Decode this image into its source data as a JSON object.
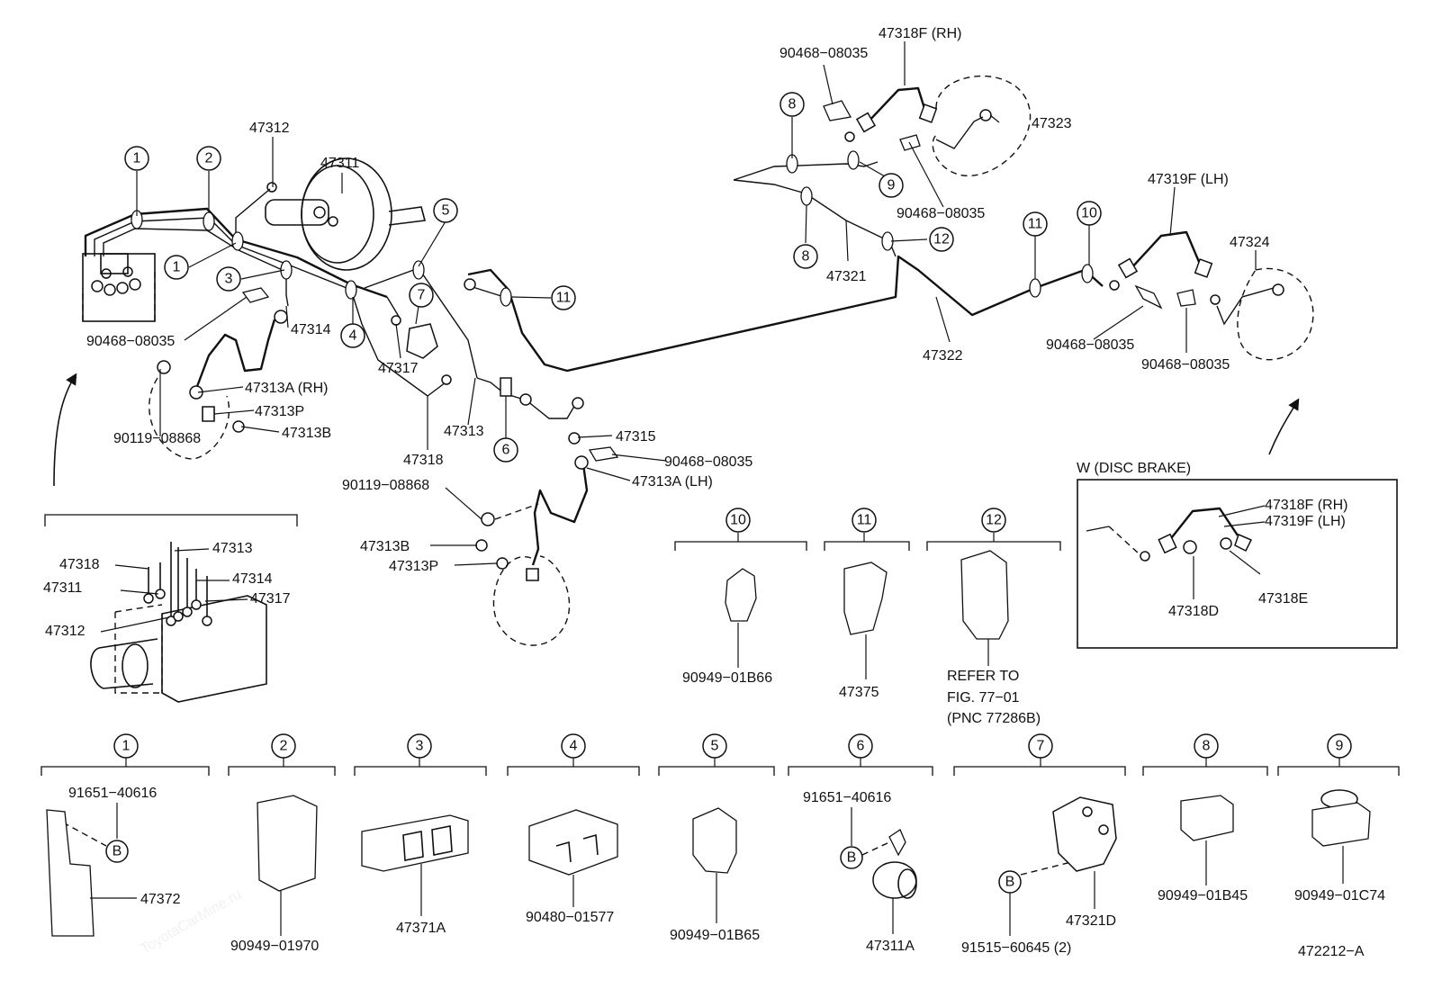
{
  "watermark": "ToyotaCarMine.ru",
  "figure_number": "472212−A",
  "inset_title": "W (DISC BRAKE)",
  "main_labels": {
    "p47312": "47312",
    "p47311": "47311",
    "p47314": "47314",
    "p90468_a": "90468−08035",
    "p47313a_rh": "47313A (RH)",
    "p47313p": "47313P",
    "p47313b": "47313B",
    "p90119_a": "90119−08868",
    "p47317": "47317",
    "p47318": "47318",
    "p47313": "47313",
    "p47315": "47315",
    "p90468_b": "90468−08035",
    "p47313a_lh": "47313A (LH)",
    "p90119_b": "90119−08868",
    "p47313b_2": "47313B",
    "p47313p_2": "47313P",
    "p90468_c": "90468−08035",
    "p47318f_rh": "47318F (RH)",
    "p47323": "47323",
    "p90468_d": "90468−08035",
    "p47321": "47321",
    "p47322": "47322",
    "p47319f_lh": "47319F (LH)",
    "p47324": "47324",
    "p90468_e": "90468−08035",
    "p90468_f": "90468−08035"
  },
  "actuator_labels": {
    "a47318": "47318",
    "a47313": "47313",
    "a47311": "47311",
    "a47314": "47314",
    "a47317": "47317",
    "a47312": "47312"
  },
  "inset_labels": {
    "i47318f": "47318F (RH)",
    "i47319f": "47319F (LH)",
    "i47318d": "47318D",
    "i47318e": "47318E"
  },
  "callouts_main": [
    "1",
    "2",
    "1",
    "3",
    "4",
    "5",
    "7",
    "6",
    "11",
    "8",
    "9",
    "8",
    "12",
    "11",
    "10"
  ],
  "mid_groups": [
    {
      "num": "10",
      "part": "90949−01B66"
    },
    {
      "num": "11",
      "part": "47375"
    },
    {
      "num": "12",
      "part": "REFER TO",
      "part2": "FIG. 77−01",
      "part3": "(PNC 77286B)"
    }
  ],
  "bottom_groups": [
    {
      "num": "1",
      "sub": "91651−40616",
      "bolt": "B",
      "part": "47372"
    },
    {
      "num": "2",
      "part": "90949−01970"
    },
    {
      "num": "3",
      "part": "47371A"
    },
    {
      "num": "4",
      "part": "90480−01577"
    },
    {
      "num": "5",
      "part": "90949−01B65"
    },
    {
      "num": "6",
      "sub": "91651−40616",
      "bolt": "B",
      "part": "47311A"
    },
    {
      "num": "7",
      "bolt": "B",
      "part": "47321D",
      "part_b": "91515−60645 (2)"
    },
    {
      "num": "8",
      "part": "90949−01B45"
    },
    {
      "num": "9",
      "part": "90949−01C74"
    }
  ]
}
